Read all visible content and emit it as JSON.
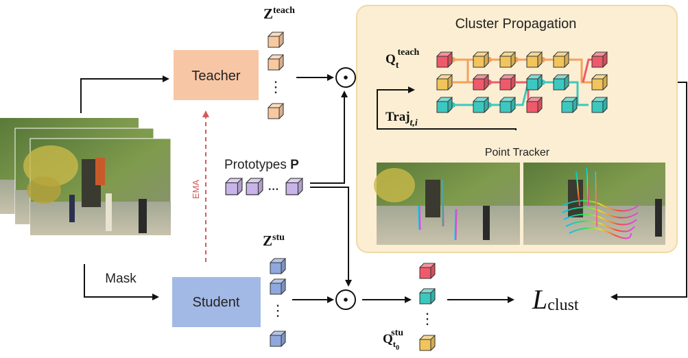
{
  "teacher": {
    "label": "Teacher"
  },
  "student": {
    "label": "Student"
  },
  "ema": {
    "label": "EMA"
  },
  "mask": {
    "label": "Mask"
  },
  "prototypes": {
    "label_text": "Prototypes ",
    "label_bold": "P"
  },
  "z_teach": {
    "base": "Z",
    "sup": "teach"
  },
  "z_stu": {
    "base": "Z",
    "sup": "stu"
  },
  "q_teach": {
    "base": "Q",
    "sub": "t",
    "sup": "teach"
  },
  "q_stu": {
    "base": "Q",
    "sub": "t",
    "sub2": "0",
    "sup": "stu"
  },
  "traj": {
    "base": "Traj",
    "sub": "t,i"
  },
  "cluster_propagation": {
    "title": "Cluster Propagation"
  },
  "point_tracker": {
    "label": "Point Tracker"
  },
  "loss": {
    "script": "L",
    "sub": "clust"
  },
  "ellipsis_dots": "⋮",
  "ellipsis_h": "···",
  "colors": {
    "teacher_box": "#f7c6a5",
    "student_box": "#a3b9e5",
    "teacher_cube": "#f8c8a0",
    "student_cube": "#8fa8dd",
    "proto_cube": "#c9b4ea",
    "red_cube": "#ef5a6b",
    "teal_cube": "#3cc8bf",
    "yellow_cube": "#f2c45c",
    "panel_bg": "#fbeed2",
    "panel_border": "#f0d9a6",
    "ema_arrow": "#d45a5a",
    "link_orange": "#f5a05a",
    "link_teal": "#3cc8bf",
    "link_red": "#ef5a6b"
  }
}
